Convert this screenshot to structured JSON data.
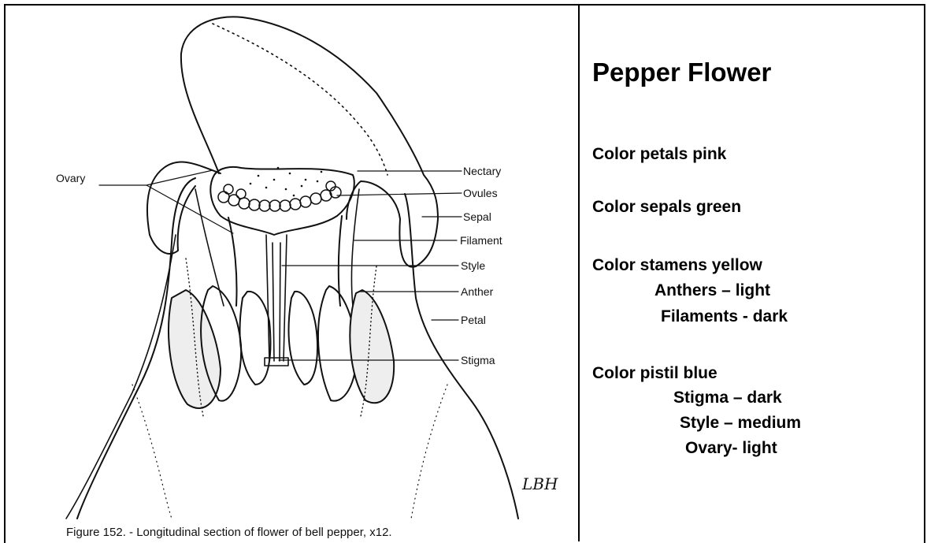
{
  "figure": {
    "labels": {
      "ovary": "Ovary",
      "nectary": "Nectary",
      "ovules": "Ovules",
      "sepal": "Sepal",
      "filament": "Filament",
      "style": "Style",
      "anther": "Anther",
      "petal": "Petal",
      "stigma": "Stigma"
    },
    "caption": "Figure 152. - Longitudinal section of flower of bell pepper, x12.",
    "signature": "LBH"
  },
  "instructions": {
    "title": "Pepper Flower",
    "petals": "Color petals pink",
    "sepals": "Color sepals green",
    "stamens": "Color stamens yellow",
    "anthers": "Anthers – light",
    "filaments": "Filaments - dark",
    "pistil": "Color pistil blue",
    "stigma": "Stigma – dark",
    "style": "Style – medium",
    "ovary": "Ovary- light"
  }
}
